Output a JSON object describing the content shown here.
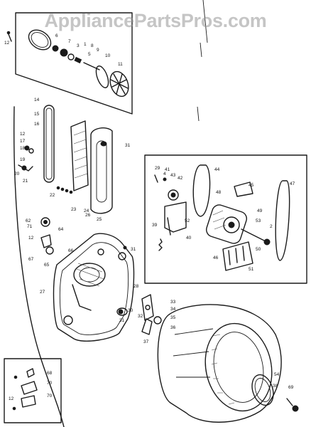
{
  "watermark": "AppliancePartsPros.com",
  "part_labels": {
    "p1": "1",
    "p2": "2",
    "p3": "3",
    "p4": "4",
    "p5": "5",
    "p6": "6",
    "p7": "7",
    "p8": "8",
    "p9": "9",
    "p10": "10",
    "p11": "11",
    "p12a": "12",
    "p12b": "12",
    "p12c": "12",
    "p12d": "12",
    "p14": "14",
    "p15": "15",
    "p16": "16",
    "p17": "17",
    "p18": "18",
    "p19": "19",
    "p20": "20",
    "p21": "21",
    "p22": "22",
    "p23": "23",
    "p24": "24",
    "p25": "25",
    "p26": "26",
    "p27": "27",
    "p28": "28",
    "p29": "29",
    "p30": "30",
    "p31a": "31",
    "p31b": "31",
    "p31c": "31",
    "p32": "32",
    "p33": "33",
    "p34": "34",
    "p35": "35",
    "p36": "36",
    "p37": "37",
    "p38": "38",
    "p39": "39",
    "p40": "40",
    "p41": "41",
    "p42": "42",
    "p43": "43",
    "p44": "44",
    "p45": "45",
    "p46": "46",
    "p47": "47",
    "p48": "48",
    "p49": "49",
    "p50": "50",
    "p51": "51",
    "p52": "52",
    "p53": "53",
    "p54": "54",
    "p62": "62",
    "p64": "64",
    "p65": "65",
    "p66": "66",
    "p67": "67",
    "p68": "68",
    "p69": "69",
    "p70a": "70",
    "p70b": "70",
    "p71": "71"
  }
}
